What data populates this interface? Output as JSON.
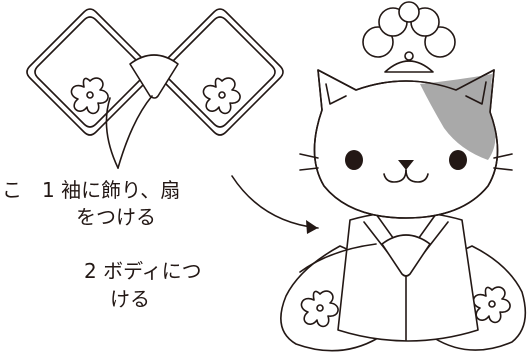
{
  "labels": {
    "cut_left": "こ",
    "step1_line1": "1 袖に飾り、扇",
    "step1_line2": "をつける",
    "step2_line1": "2 ボディにつ",
    "step2_line2": "ける"
  },
  "colors": {
    "ink": "#231815",
    "patch": "#a9a9a9",
    "paper": "#ffffff"
  },
  "icons": [
    "flower-icon",
    "fan-icon",
    "cat-face-icon",
    "crown-icon"
  ]
}
